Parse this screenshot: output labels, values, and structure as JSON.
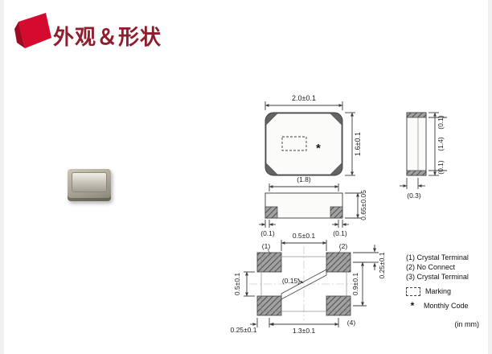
{
  "colors": {
    "accent_red": "#d6092e",
    "title_maroon": "#8f1d2c",
    "line": "#3c3c3c"
  },
  "icons": {
    "header_icon": "red-flag-banner-icon"
  },
  "header": {
    "title": "外观＆形状"
  },
  "drawing": {
    "top_view": {
      "width": "2.0±0.1",
      "height": "1.6±0.1",
      "monthly_code": "*"
    },
    "side_view": {
      "pad_top": "(0.1)",
      "body": "(1.4)",
      "pad_bottom": "(0.1)",
      "wrap": "(0.3)"
    },
    "front_view": {
      "width": "(1.8)",
      "height": "0.65±0.05",
      "pad_left": "(0.1)",
      "pad_right": "(0.1)"
    },
    "land_pattern": {
      "pad1": "(1)",
      "pad2": "(2)",
      "pad4": "(4)",
      "gap_top": "0.5±0.1",
      "band_width": "(0.15)",
      "gap_left": "0.5±0.1",
      "pitch_right": "0.9±0.1",
      "offset_right": "0.25±0.1",
      "pitch_bottom": "1.3±0.1",
      "offset_bottom": "0.25±0.1"
    }
  },
  "legend": {
    "items": [
      "(1) Crystal Terminal",
      "(2) No Connect",
      "(3) Crystal Terminal"
    ],
    "marking": "Marking",
    "monthly_symbol": "*",
    "monthly": "Monthly Code",
    "unit": "(in mm)"
  }
}
